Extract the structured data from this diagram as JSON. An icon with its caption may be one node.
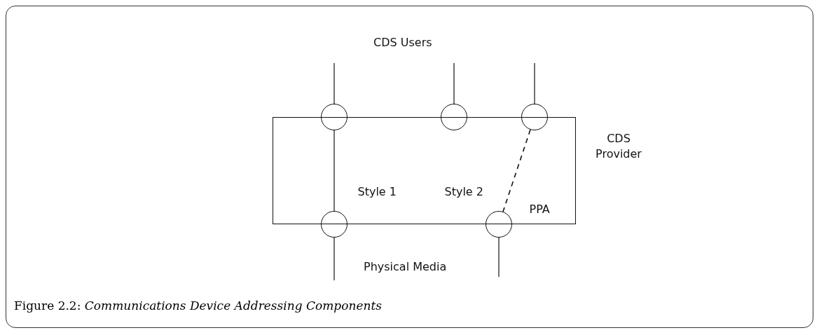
{
  "diagram": {
    "caption": "Figure 2.2: *Communications Device Addressing Components*",
    "nodes": [
      {
        "text": [
          "CDS Provider"
        ]
      },
      {
        "text": [],
        "shape": "circle",
        "in": 0
      },
      {
        "text": [],
        "shape": "circle",
        "in": 0
      },
      {
        "text": [],
        "shape": "circle",
        "in": 0
      },
      {
        "text": [],
        "shape": "circle",
        "in": 0
      },
      {
        "text": [],
        "shape": "circle",
        "in": 0
      }
    ],
    "edges": [
      {
        "from": null,
        "to": 1,
        "arrow": "none"
      },
      {
        "from": null,
        "to": 2,
        "arrow": "none"
      },
      {
        "from": null,
        "to": 3,
        "arrow": "none"
      },
      {
        "from": 1,
        "to": 4,
        "arrow": "none"
      },
      {
        "from": 3,
        "to": 5,
        "arrow": "none",
        "style": "dashed"
      },
      {
        "from": 4,
        "to": null,
        "arrow": "none"
      },
      {
        "from": 5,
        "to": null,
        "arrow": "none"
      }
    ],
    "labels": [
      "CDS Users",
      "Style 1",
      "Style 2",
      "PPA",
      "Physical Media"
    ]
  }
}
